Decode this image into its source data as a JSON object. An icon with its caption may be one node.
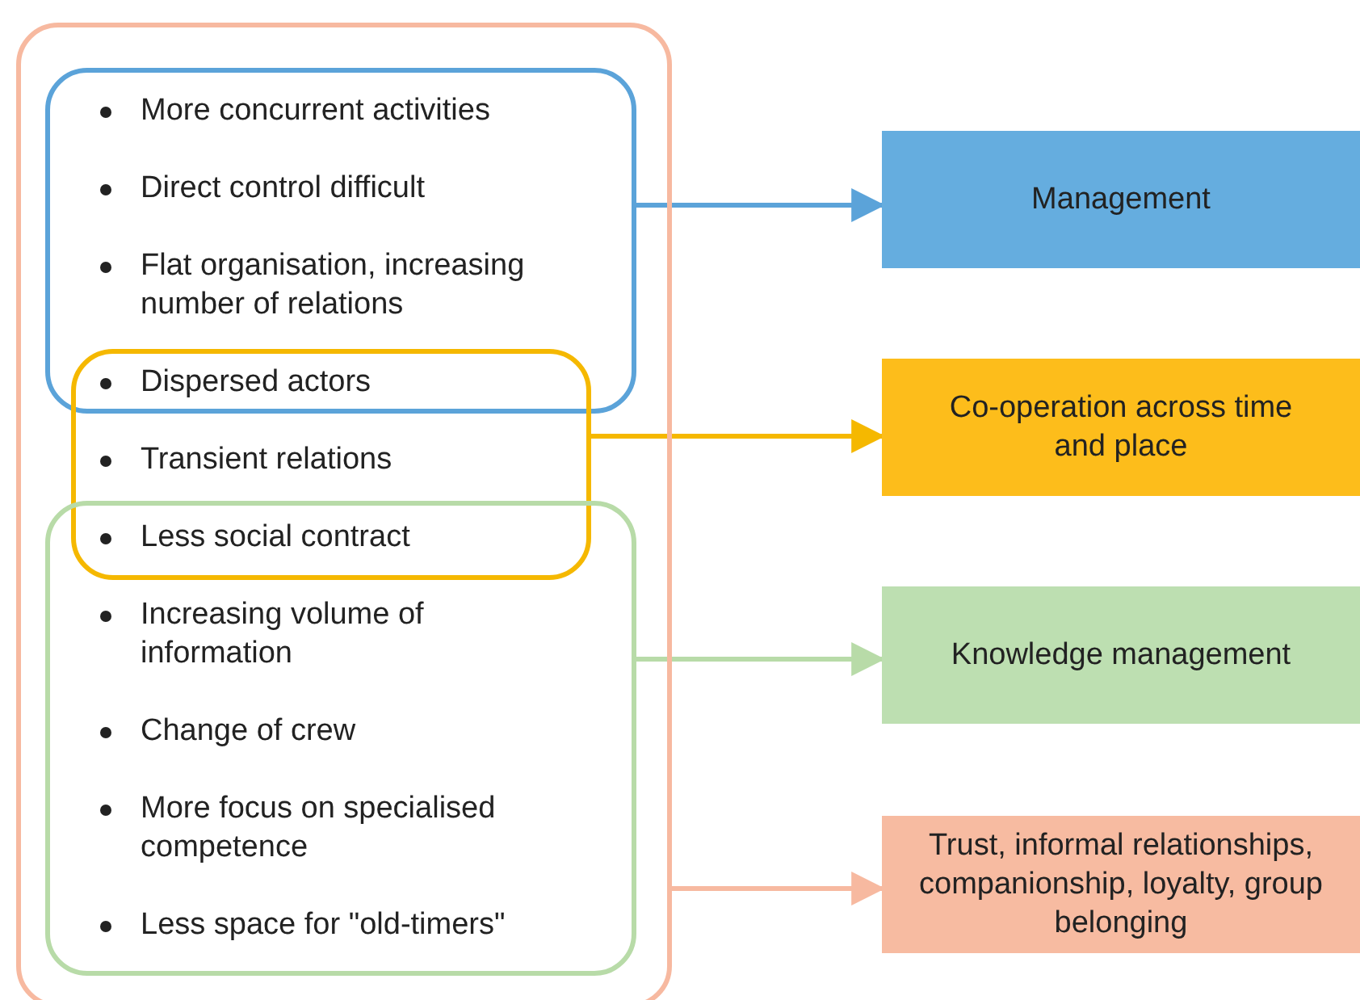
{
  "diagram": {
    "nodes": [
      {
        "text": [],
        "shape": "box"
      },
      {
        "text": [],
        "shape": "box",
        "in": 0
      },
      {
        "text": [],
        "shape": "box",
        "in": 0
      },
      {
        "text": [],
        "shape": "box",
        "in": 0
      },
      {
        "text": [
          "Management"
        ]
      },
      {
        "text": [
          "Co-operation across time and place"
        ]
      },
      {
        "text": [
          "Knowledge management"
        ]
      },
      {
        "text": [
          "Trust, informal relationships, companionship, loyalty, group belonging"
        ]
      }
    ],
    "edges": [
      {
        "from": 1,
        "to": 4,
        "arrow": "to",
        "color": "#5ba3d9"
      },
      {
        "from": 2,
        "to": 5,
        "arrow": "to",
        "color": "#f5b800"
      },
      {
        "from": 3,
        "to": 6,
        "arrow": "to",
        "color": "#b8dba8"
      },
      {
        "from": 0,
        "to": 7,
        "arrow": "to",
        "color": "#f7b9a0"
      }
    ],
    "labels": [
      "More concurrent activities",
      "Direct control difficult",
      "Flat organisation, increasing number of relations",
      "Dispersed actors",
      "Transient relations",
      "Less social contract",
      "Increasing volume of information",
      "Change of crew",
      "More focus on specialised competence",
      "Less space for \"old-timers\""
    ]
  }
}
